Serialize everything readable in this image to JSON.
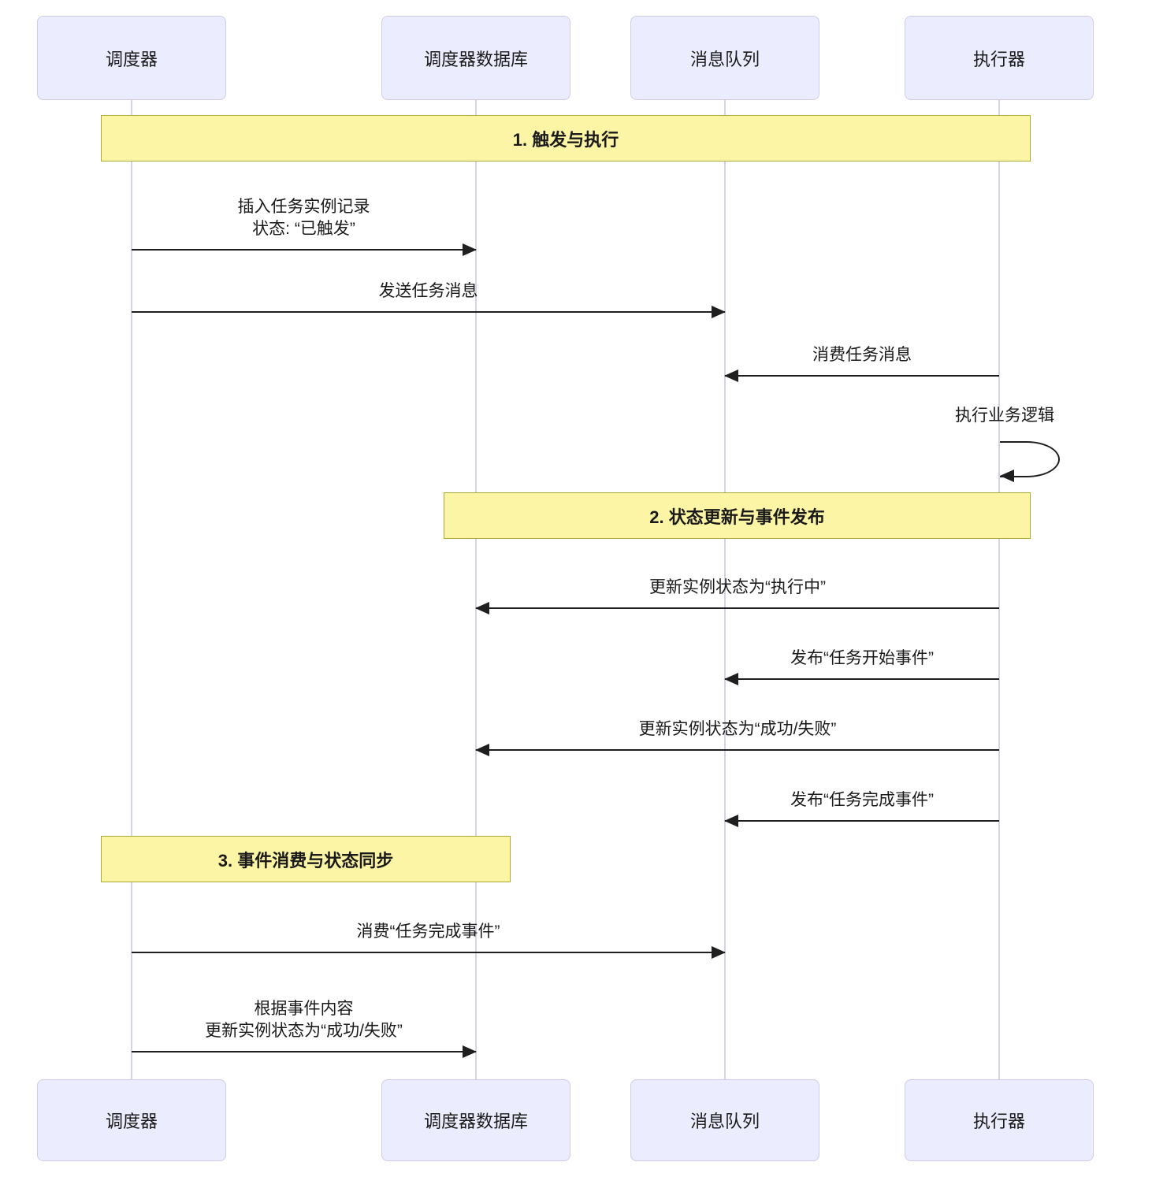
{
  "diagram_type": "sequence-diagram",
  "actors": [
    {
      "name": "调度器"
    },
    {
      "name": "调度器数据库"
    },
    {
      "name": "消息队列"
    },
    {
      "name": "执行器"
    }
  ],
  "sections": [
    {
      "label": "1. 触发与执行",
      "spans": [
        "调度器",
        "执行器"
      ]
    },
    {
      "label": "2. 状态更新与事件发布",
      "spans": [
        "调度器数据库",
        "执行器"
      ]
    },
    {
      "label": "3. 事件消费与状态同步",
      "spans": [
        "调度器",
        "调度器数据库"
      ]
    }
  ],
  "messages": [
    {
      "label": "插入任务实例记录\n状态: “已触发”",
      "from": "调度器",
      "to": "调度器数据库",
      "arrow": "solid"
    },
    {
      "label": "发送任务消息",
      "from": "调度器",
      "to": "消息队列",
      "arrow": "solid"
    },
    {
      "label": "消费任务消息",
      "from": "执行器",
      "to": "消息队列",
      "arrow": "solid"
    },
    {
      "label": "执行业务逻辑",
      "from": "执行器",
      "to": "执行器",
      "arrow": "self-loop"
    },
    {
      "label": "更新实例状态为“执行中”",
      "from": "执行器",
      "to": "调度器数据库",
      "arrow": "solid"
    },
    {
      "label": "发布“任务开始事件”",
      "from": "执行器",
      "to": "消息队列",
      "arrow": "solid"
    },
    {
      "label": "更新实例状态为“成功/失败”",
      "from": "执行器",
      "to": "调度器数据库",
      "arrow": "solid"
    },
    {
      "label": "发布“任务完成事件”",
      "from": "执行器",
      "to": "消息队列",
      "arrow": "solid"
    },
    {
      "label": "消费“任务完成事件”",
      "from": "调度器",
      "to": "消息队列",
      "arrow": "solid"
    },
    {
      "label": "根据事件内容\n更新实例状态为“成功/失败”",
      "from": "调度器",
      "to": "调度器数据库",
      "arrow": "solid"
    }
  ],
  "colors": {
    "actor_fill": "#ececff",
    "actor_border": "#cfcbe8",
    "band_fill": "#fcf5a6",
    "band_border": "#aaaa33",
    "arrow": "#1f1f1f",
    "lifeline": "#d6d2ec",
    "text": "#1a1a1a"
  }
}
